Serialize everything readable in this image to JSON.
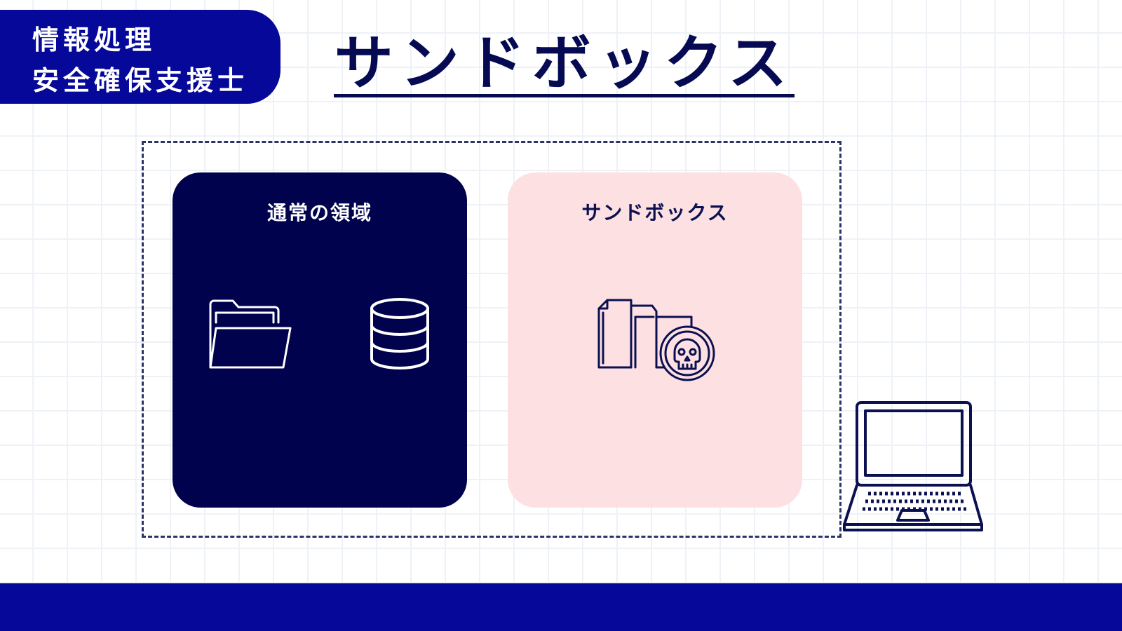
{
  "badge": {
    "lines": [
      "情報処理",
      "安全確保支援士"
    ]
  },
  "title": "サンドボックス",
  "panels": {
    "normal": {
      "label": "通常の領域",
      "icons": [
        "folder-icon",
        "database-icon"
      ]
    },
    "sandbox": {
      "label": "サンドボックス",
      "icons": [
        "infected-files-skull-icon"
      ]
    }
  },
  "outside": {
    "icons": [
      "laptop-icon"
    ]
  },
  "colors": {
    "accent_blue": "#06089a",
    "navy": "#00024d",
    "sandbox_pink": "#fde0e2",
    "dark_text": "#050a52"
  }
}
